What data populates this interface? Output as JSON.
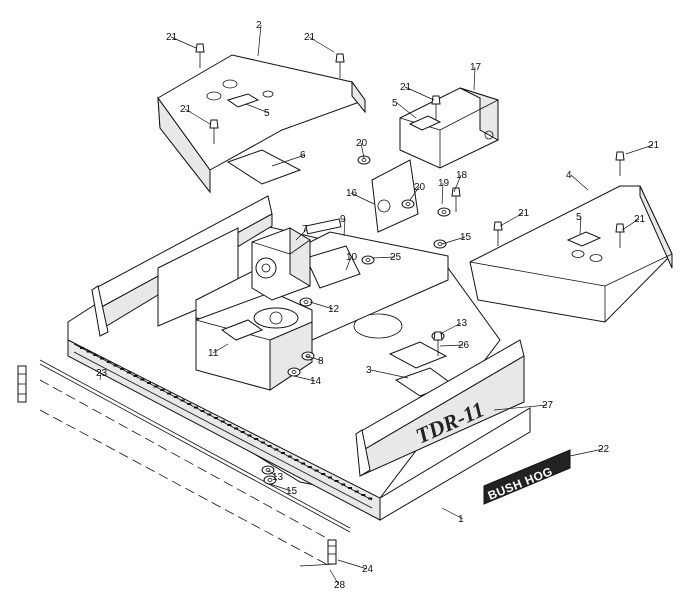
{
  "diagram": {
    "callouts": [
      {
        "id": "c1",
        "text": "1"
      },
      {
        "id": "c2",
        "text": "2"
      },
      {
        "id": "c3",
        "text": "3"
      },
      {
        "id": "c4",
        "text": "4"
      },
      {
        "id": "c5a",
        "text": "5"
      },
      {
        "id": "c5b",
        "text": "5"
      },
      {
        "id": "c5c",
        "text": "5"
      },
      {
        "id": "c6",
        "text": "6"
      },
      {
        "id": "c7",
        "text": "7"
      },
      {
        "id": "c8",
        "text": "8"
      },
      {
        "id": "c9",
        "text": "9"
      },
      {
        "id": "c10",
        "text": "10"
      },
      {
        "id": "c11",
        "text": "11"
      },
      {
        "id": "c12",
        "text": "12"
      },
      {
        "id": "c13a",
        "text": "13"
      },
      {
        "id": "c13b",
        "text": "13"
      },
      {
        "id": "c14",
        "text": "14"
      },
      {
        "id": "c15a",
        "text": "15"
      },
      {
        "id": "c15b",
        "text": "15"
      },
      {
        "id": "c16",
        "text": "16"
      },
      {
        "id": "c17",
        "text": "17"
      },
      {
        "id": "c18",
        "text": "18"
      },
      {
        "id": "c19",
        "text": "19"
      },
      {
        "id": "c20a",
        "text": "20"
      },
      {
        "id": "c20b",
        "text": "20"
      },
      {
        "id": "c21a",
        "text": "21"
      },
      {
        "id": "c21b",
        "text": "21"
      },
      {
        "id": "c21c",
        "text": "21"
      },
      {
        "id": "c21d",
        "text": "21"
      },
      {
        "id": "c21e",
        "text": "21"
      },
      {
        "id": "c21f",
        "text": "21"
      },
      {
        "id": "c21g",
        "text": "21"
      },
      {
        "id": "c22",
        "text": "22"
      },
      {
        "id": "c23",
        "text": "23"
      },
      {
        "id": "c24",
        "text": "24"
      },
      {
        "id": "c25",
        "text": "25"
      },
      {
        "id": "c26",
        "text": "26"
      },
      {
        "id": "c27",
        "text": "27"
      },
      {
        "id": "c28",
        "text": "28"
      }
    ],
    "deck_model": "TDR-11",
    "decal_text": "BUSH HOG"
  }
}
